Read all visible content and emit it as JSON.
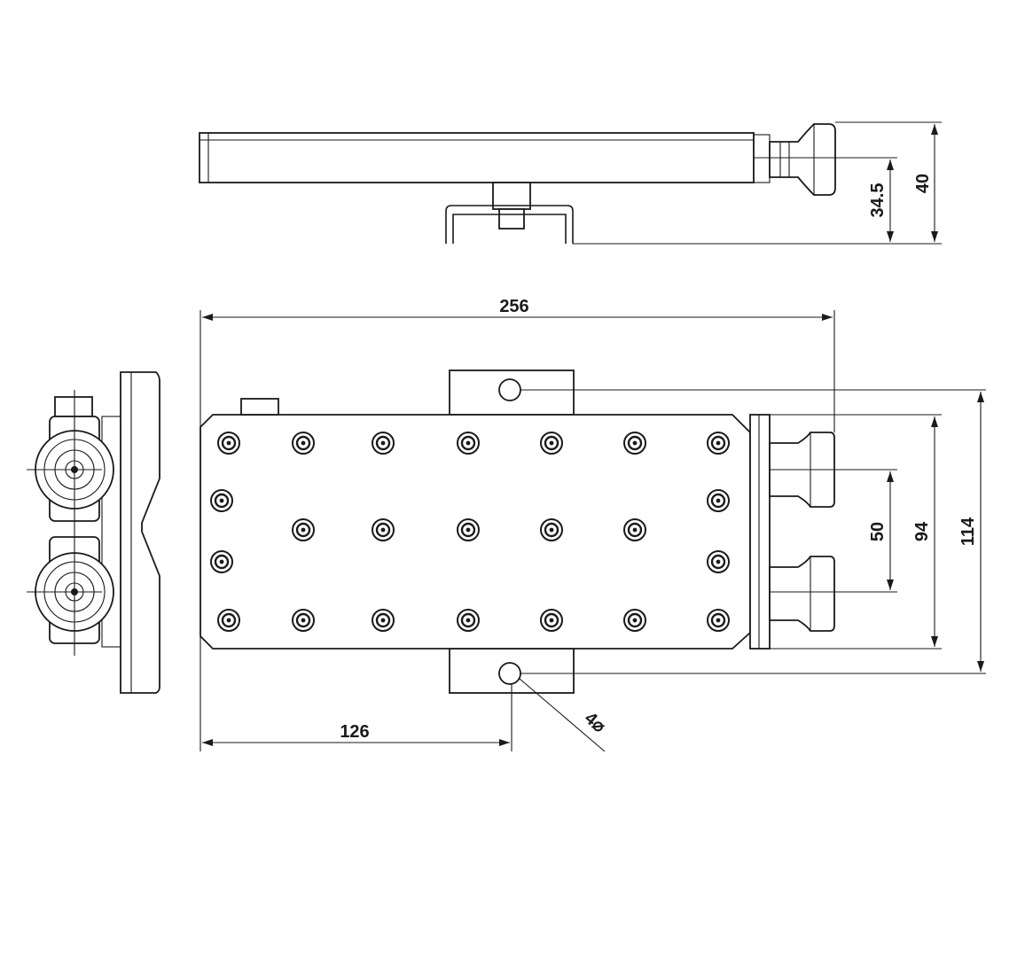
{
  "drawing": {
    "line_color": "#1a1a1a",
    "background": "#ffffff"
  },
  "dimensions": {
    "overall_length": "256",
    "hole_offset": "126",
    "roller_spacing": "50",
    "plate_width": "94",
    "overall_width": "114",
    "total_height": "40",
    "roller_center_height": "34.5",
    "hole_diameter": "4⌀"
  },
  "views": {
    "top_view_holes": [
      {
        "row": 1,
        "count": 7
      },
      {
        "row": 2,
        "count": 2
      },
      {
        "row": 3,
        "count": 5
      },
      {
        "row": 4,
        "count": 2
      },
      {
        "row": 5,
        "count": 7
      }
    ]
  }
}
